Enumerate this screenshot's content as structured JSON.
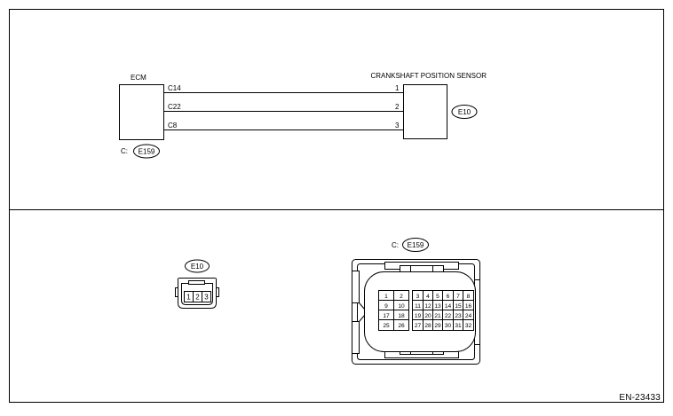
{
  "ecm": {
    "label": "ECM",
    "connector_prefix": "C:",
    "connector_id": "E159",
    "pins": [
      "C14",
      "C22",
      "C8"
    ]
  },
  "sensor": {
    "label": "CRANKSHAFT POSITION SENSOR",
    "connector_id": "E10",
    "pins": [
      "1",
      "2",
      "3"
    ]
  },
  "connector_e10": {
    "id": "E10",
    "pins": [
      "1",
      "2",
      "3"
    ]
  },
  "connector_e159": {
    "prefix": "C:",
    "id": "E159",
    "left_block": [
      [
        "1",
        "2"
      ],
      [
        "9",
        "10"
      ],
      [
        "17",
        "18"
      ],
      [
        "25",
        "26"
      ]
    ],
    "right_block": [
      [
        "3",
        "4",
        "5",
        "6",
        "7",
        "8"
      ],
      [
        "11",
        "12",
        "13",
        "14",
        "15",
        "16"
      ],
      [
        "19",
        "20",
        "21",
        "22",
        "23",
        "24"
      ],
      [
        "27",
        "28",
        "29",
        "30",
        "31",
        "32"
      ]
    ]
  },
  "footer": {
    "code": "EN-23433"
  }
}
